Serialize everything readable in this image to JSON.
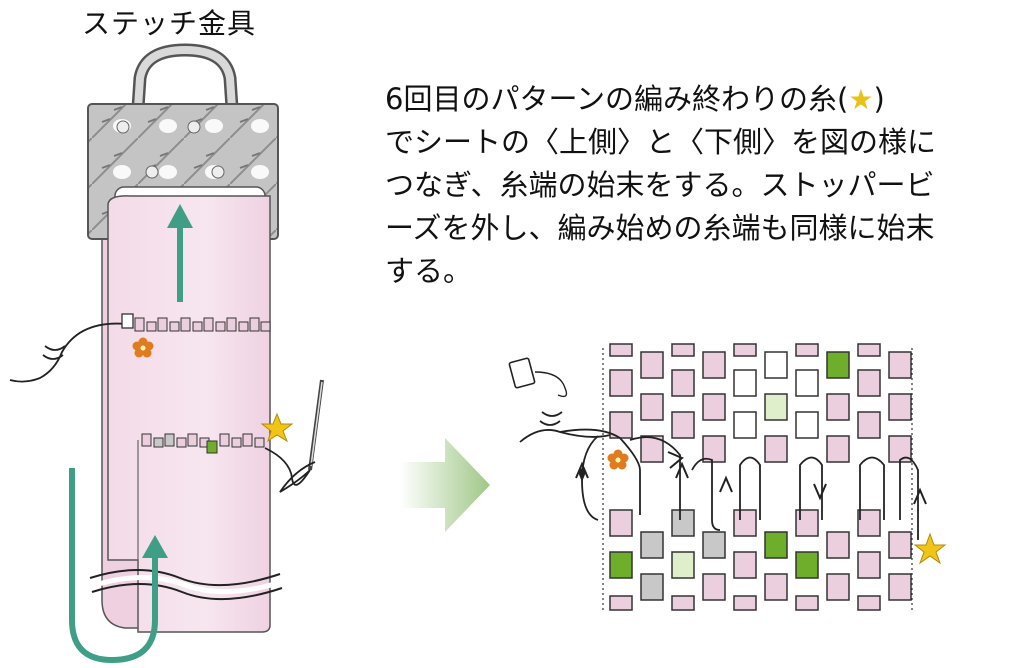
{
  "title": "ステッチ金具",
  "instructions": {
    "line1_pre": "6回目のパターンの編み終わりの糸(",
    "star_symbol": "★",
    "line1_post": ")",
    "line2": "でシートの〈上側〉と〈下側〉を図の様に",
    "line3": "つなぎ、糸端の始末をする。ストッパービ",
    "line4": "ーズを外し、編み始めの糸端も同様に始末",
    "line5": "する。"
  },
  "colors": {
    "pink": "#eccfdf",
    "green": "#6fae2a",
    "light_green": "#dfeecb",
    "gray": "#c8c8c8",
    "teal": "#3f9f86",
    "star": "#f0c419",
    "flower": "#e07b1e",
    "metal": "#c9c9c9"
  }
}
